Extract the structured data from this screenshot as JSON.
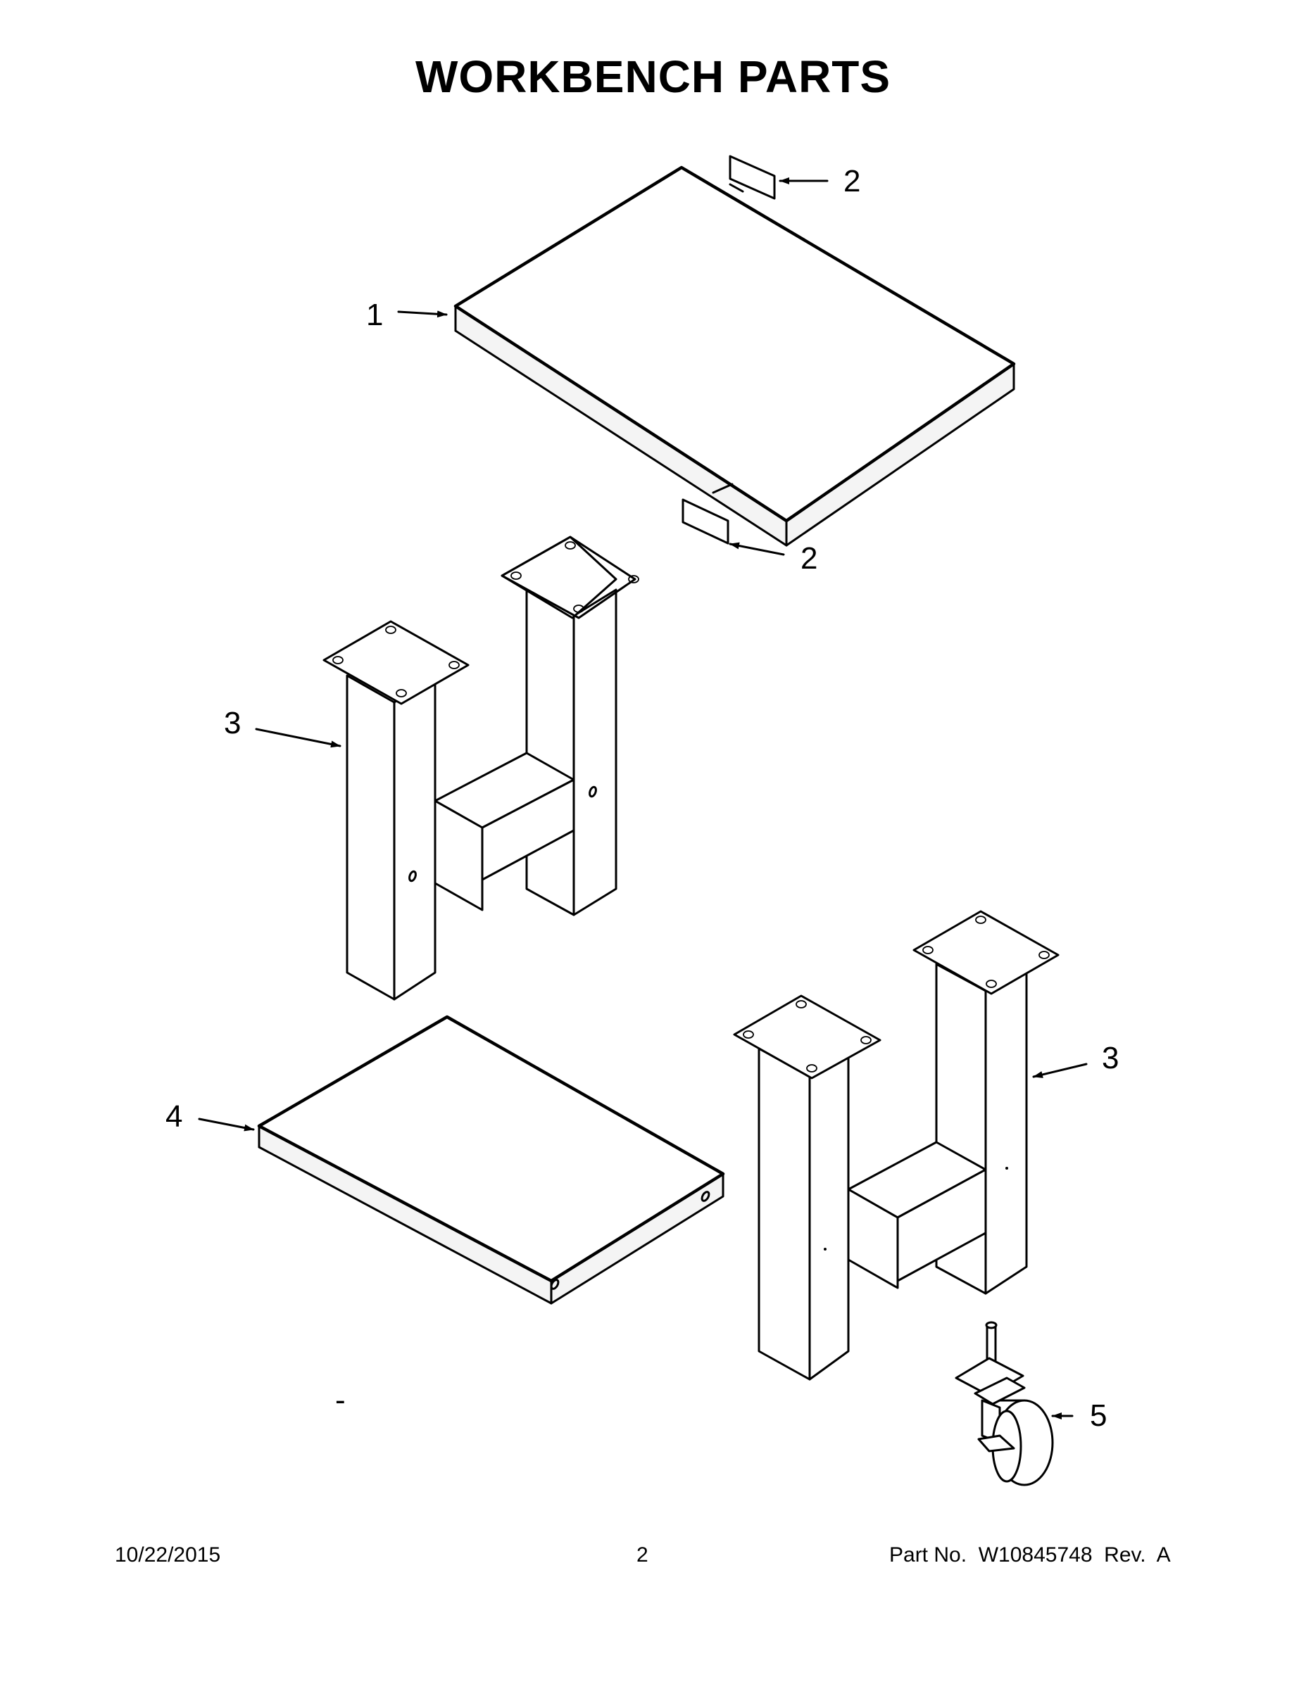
{
  "title": "WORKBENCH PARTS",
  "callouts": {
    "c1": "1",
    "c2_top": "2",
    "c2_bottom": "2",
    "c3_left": "3",
    "c3_right": "3",
    "c4": "4",
    "c5": "5",
    "dash": "-"
  },
  "parts": [
    {
      "number": "1",
      "name": "workbench-top"
    },
    {
      "number": "2",
      "name": "label"
    },
    {
      "number": "3",
      "name": "leg-assembly"
    },
    {
      "number": "4",
      "name": "lower-shelf"
    },
    {
      "number": "5",
      "name": "caster"
    }
  ],
  "footer": {
    "date": "10/22/2015",
    "page": "2",
    "part_label": "Part No.  W10845748  Rev.  A"
  }
}
